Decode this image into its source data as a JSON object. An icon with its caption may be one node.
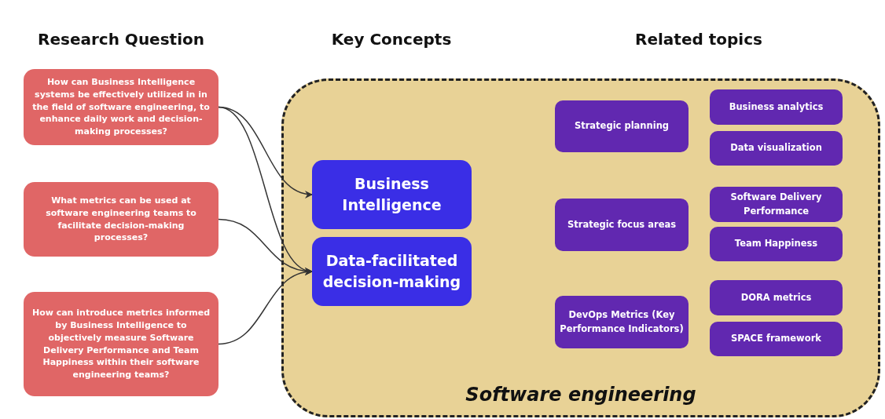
{
  "diagram": {
    "nodes": [
      {
        "text": [
          "How can Business Intelligence systems be effectively utilized in in the field of software engineering, to enhance daily work and decision-making processes?"
        ]
      },
      {
        "text": [
          "What metrics can be used at software engineering teams to facilitate decision-making processes?"
        ]
      },
      {
        "text": [
          "How can introduce metrics informed by Business Intelligence to objectively measure Software Delivery Performance and Team Happiness within their software engineering teams?"
        ]
      },
      {
        "text": [
          "Software engineering"
        ]
      },
      {
        "text": [
          "Business Intelligence"
        ],
        "in": 3
      },
      {
        "text": [
          "Data-facilitated decision-making"
        ],
        "in": 3
      },
      {
        "text": [
          "Strategic planning"
        ],
        "in": 3
      },
      {
        "text": [
          "Business analytics"
        ],
        "in": 3
      },
      {
        "text": [
          "Data visualization"
        ],
        "in": 3
      },
      {
        "text": [
          "Strategic focus areas"
        ],
        "in": 3
      },
      {
        "text": [
          "Software Delivery Performance"
        ],
        "in": 3
      },
      {
        "text": [
          "Team Happiness"
        ],
        "in": 3
      },
      {
        "text": [
          "DevOps Metrics (Key Performance Indicators)"
        ],
        "in": 3
      },
      {
        "text": [
          "DORA metrics"
        ],
        "in": 3
      },
      {
        "text": [
          "SPACE framework"
        ],
        "in": 3
      }
    ],
    "edges": [
      {
        "from": 0,
        "to": 4,
        "arrow": "to"
      },
      {
        "from": 0,
        "to": 5,
        "arrow": "to"
      },
      {
        "from": 1,
        "to": 5,
        "arrow": "to"
      },
      {
        "from": 2,
        "to": 5,
        "arrow": "to"
      }
    ],
    "labels": [
      "Research Question",
      "Key Concepts",
      "Related topics"
    ]
  }
}
